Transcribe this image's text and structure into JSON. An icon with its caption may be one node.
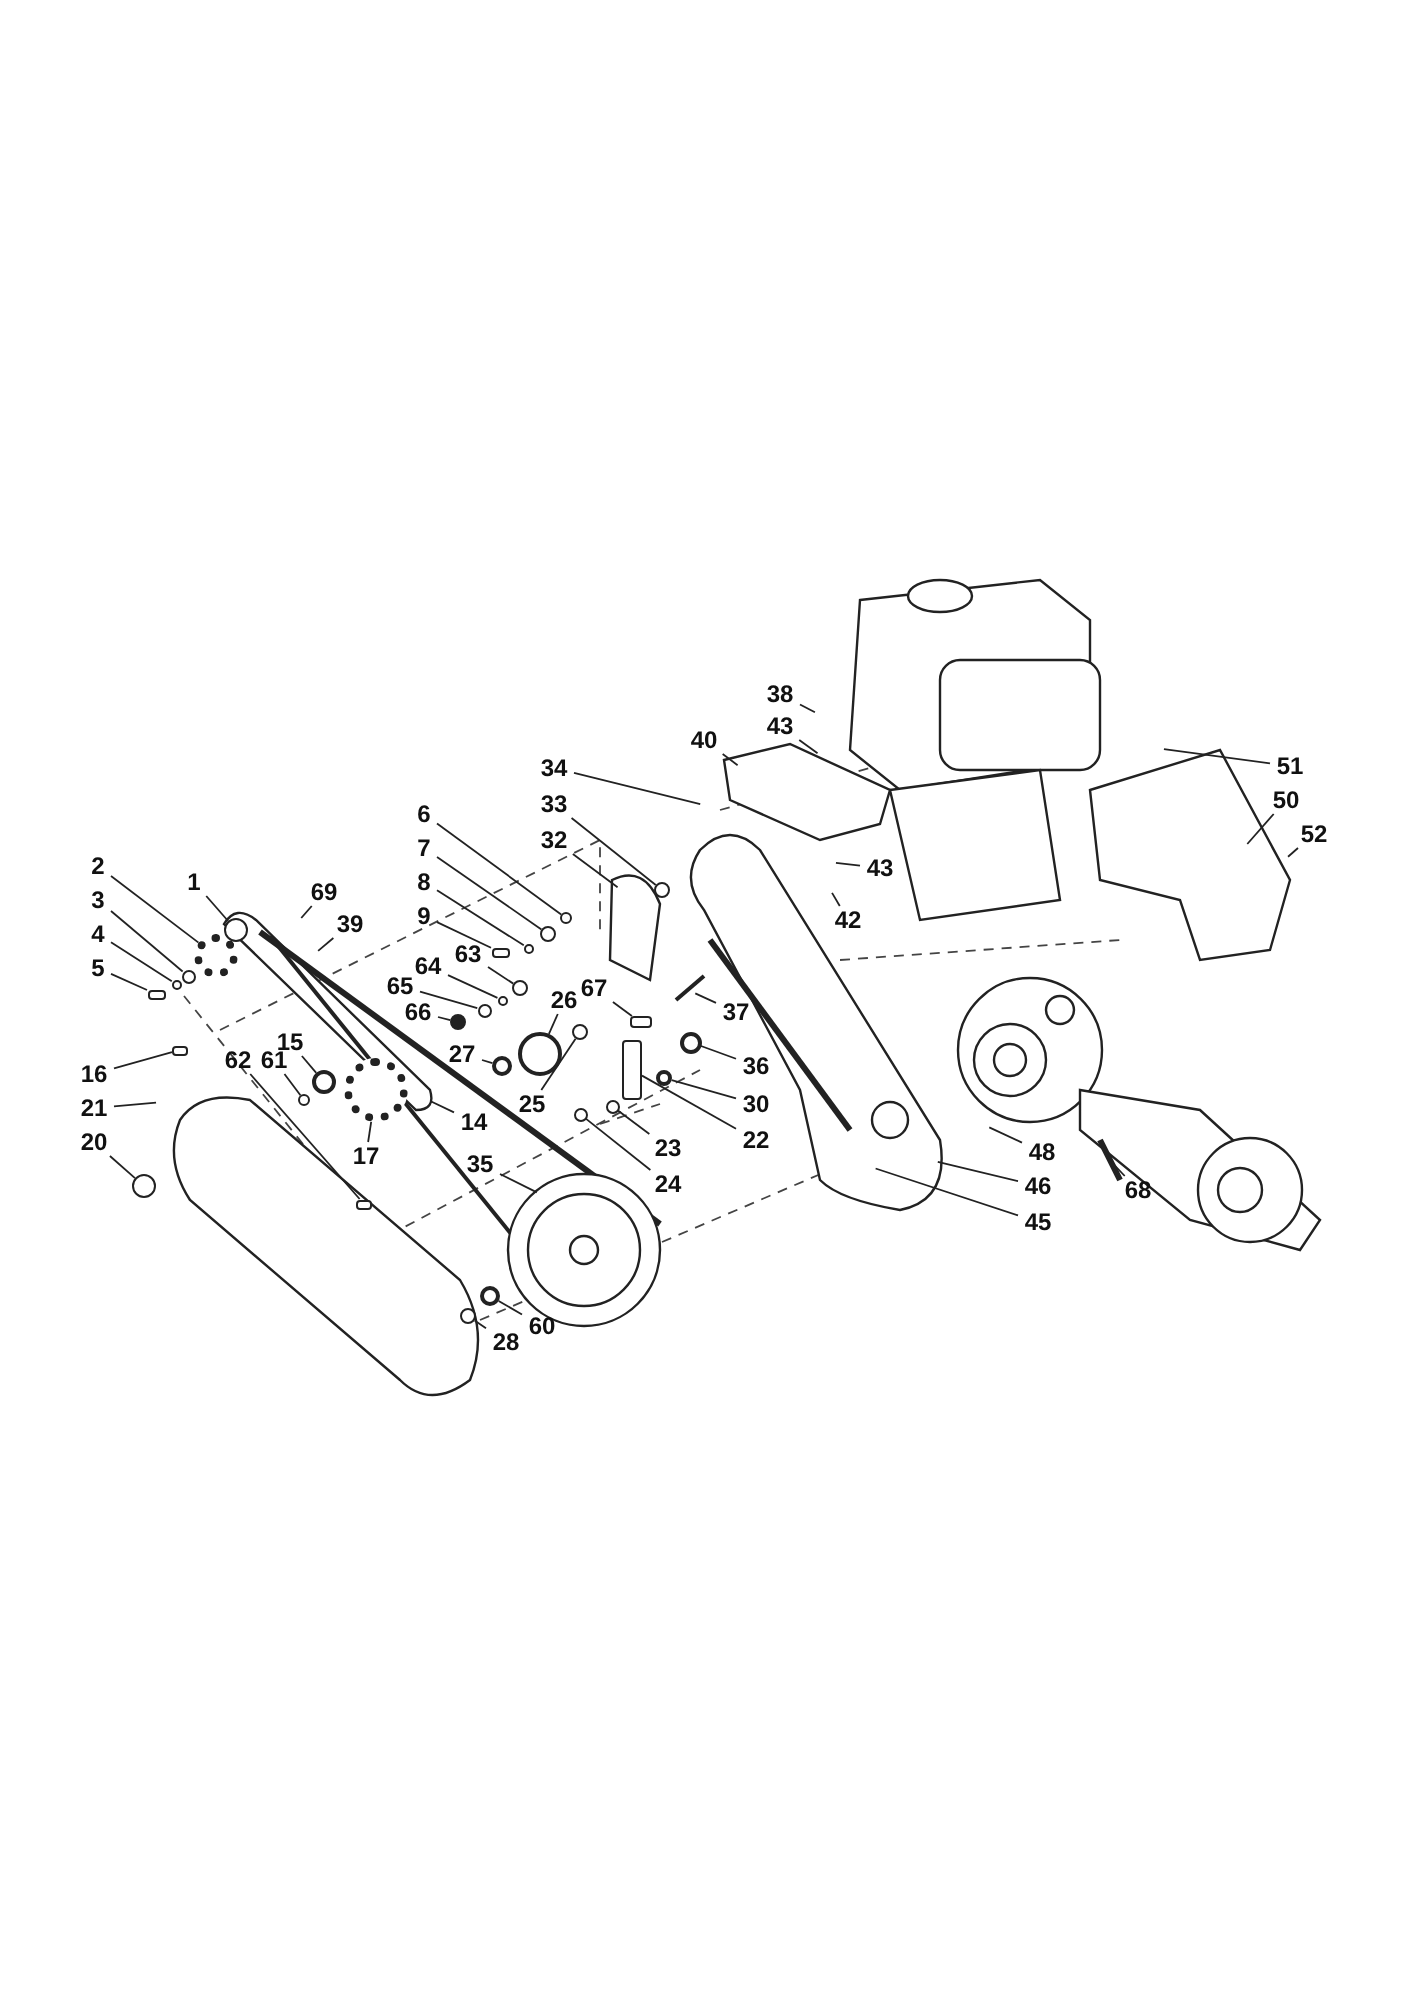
{
  "diagram": {
    "nodes": [
      {
        "text": [
          "38"
        ]
      },
      {
        "text": [
          "43"
        ]
      },
      {
        "text": [
          "40"
        ]
      },
      {
        "text": [
          "51"
        ]
      },
      {
        "text": [
          "34"
        ]
      },
      {
        "text": [
          "50"
        ]
      },
      {
        "text": [
          "33"
        ]
      },
      {
        "text": [
          "52"
        ]
      },
      {
        "text": [
          "6"
        ]
      },
      {
        "text": [
          "32"
        ]
      },
      {
        "text": [
          "43"
        ]
      },
      {
        "text": [
          "2"
        ]
      },
      {
        "text": [
          "1"
        ]
      },
      {
        "text": [
          "69"
        ]
      },
      {
        "text": [
          "7"
        ]
      },
      {
        "text": [
          "8"
        ]
      },
      {
        "text": [
          "3"
        ]
      },
      {
        "text": [
          "42"
        ]
      },
      {
        "text": [
          "9"
        ]
      },
      {
        "text": [
          "39"
        ]
      },
      {
        "text": [
          "4"
        ]
      },
      {
        "text": [
          "5"
        ]
      },
      {
        "text": [
          "65"
        ]
      },
      {
        "text": [
          "64"
        ]
      },
      {
        "text": [
          "63"
        ]
      },
      {
        "text": [
          "26"
        ]
      },
      {
        "text": [
          "67"
        ]
      },
      {
        "text": [
          "66"
        ]
      },
      {
        "text": [
          "37"
        ]
      },
      {
        "text": [
          "27"
        ]
      },
      {
        "text": [
          "15"
        ]
      },
      {
        "text": [
          "16"
        ]
      },
      {
        "text": [
          "62"
        ]
      },
      {
        "text": [
          "61"
        ]
      },
      {
        "text": [
          "36"
        ]
      },
      {
        "text": [
          "25"
        ]
      },
      {
        "text": [
          "30"
        ]
      },
      {
        "text": [
          "21"
        ]
      },
      {
        "text": [
          "14"
        ]
      },
      {
        "text": [
          "23"
        ]
      },
      {
        "text": [
          "22"
        ]
      },
      {
        "text": [
          "20"
        ]
      },
      {
        "text": [
          "17"
        ]
      },
      {
        "text": [
          "48"
        ]
      },
      {
        "text": [
          "35"
        ]
      },
      {
        "text": [
          "24"
        ]
      },
      {
        "text": [
          "46"
        ]
      },
      {
        "text": [
          "68"
        ]
      },
      {
        "text": [
          "45"
        ]
      },
      {
        "text": [
          "60"
        ]
      },
      {
        "text": [
          "28"
        ]
      },
      {
        "text": [],
        "shape": "circle"
      },
      {
        "text": [],
        "shape": "circle"
      },
      {
        "text": [],
        "shape": "circle"
      },
      {
        "text": [],
        "shape": "circle"
      },
      {
        "text": [],
        "shape": "box"
      },
      {
        "text": [],
        "shape": "circle"
      },
      {
        "text": [],
        "shape": "circle"
      },
      {
        "text": [],
        "shape": "circle"
      },
      {
        "text": [],
        "shape": "box"
      },
      {
        "text": [],
        "shape": "circle"
      },
      {
        "text": [],
        "shape": "circle"
      },
      {
        "text": [],
        "shape": "circle"
      },
      {
        "text": [],
        "shape": "circle"
      },
      {
        "text": [],
        "shape": "circle"
      },
      {
        "text": [],
        "shape": "circle"
      },
      {
        "text": [],
        "shape": "circle"
      },
      {
        "text": [],
        "shape": "box"
      },
      {
        "text": [],
        "shape": "circle"
      },
      {
        "text": [],
        "shape": "circle"
      },
      {
        "text": [],
        "shape": "box"
      },
      {
        "text": [],
        "shape": "box"
      },
      {
        "text": [],
        "shape": "circle"
      },
      {
        "text": [],
        "shape": "circle"
      },
      {
        "text": [],
        "shape": "circle"
      },
      {
        "text": [],
        "shape": "circle"
      },
      {
        "text": [],
        "shape": "circle"
      },
      {
        "text": [],
        "shape": "circle"
      },
      {
        "text": [],
        "shape": "circle"
      },
      {
        "text": [],
        "shape": "circle"
      },
      {
        "text": [],
        "shape": "box"
      },
      {
        "text": [],
        "shape": "circle"
      }
    ],
    "edges": [
      {
        "from": 0,
        "to": null,
        "arrow": "none"
      },
      {
        "from": 1,
        "to": null,
        "arrow": "none"
      },
      {
        "from": 2,
        "to": null,
        "arrow": "none"
      },
      {
        "from": 3,
        "to": null,
        "arrow": "none"
      },
      {
        "from": 4,
        "to": null,
        "arrow": "none"
      },
      {
        "from": 5,
        "to": null,
        "arrow": "none"
      },
      {
        "from": 6,
        "to": 73,
        "arrow": "none"
      },
      {
        "from": 7,
        "to": null,
        "arrow": "none"
      },
      {
        "from": 8,
        "to": 56,
        "arrow": "none"
      },
      {
        "from": 9,
        "to": null,
        "arrow": "none"
      },
      {
        "from": 10,
        "to": null,
        "arrow": "none"
      },
      {
        "from": 11,
        "to": 51,
        "arrow": "none"
      },
      {
        "from": 12,
        "to": 52,
        "arrow": "none"
      },
      {
        "from": 13,
        "to": null,
        "arrow": "none"
      },
      {
        "from": 14,
        "to": 57,
        "arrow": "none"
      },
      {
        "from": 15,
        "to": 58,
        "arrow": "none"
      },
      {
        "from": 16,
        "to": 53,
        "arrow": "none"
      },
      {
        "from": 17,
        "to": null,
        "arrow": "none"
      },
      {
        "from": 18,
        "to": 59,
        "arrow": "none"
      },
      {
        "from": 19,
        "to": null,
        "arrow": "none"
      },
      {
        "from": 20,
        "to": 54,
        "arrow": "none"
      },
      {
        "from": 21,
        "to": 55,
        "arrow": "none"
      },
      {
        "from": 22,
        "to": 62,
        "arrow": "none"
      },
      {
        "from": 23,
        "to": 61,
        "arrow": "none"
      },
      {
        "from": 24,
        "to": 60,
        "arrow": "none"
      },
      {
        "from": 25,
        "to": 65,
        "arrow": "none"
      },
      {
        "from": 26,
        "to": 67,
        "arrow": "none"
      },
      {
        "from": 27,
        "to": 63,
        "arrow": "none"
      },
      {
        "from": 28,
        "to": null,
        "arrow": "none"
      },
      {
        "from": 29,
        "to": 64,
        "arrow": "none"
      },
      {
        "from": 30,
        "to": 68,
        "arrow": "none"
      },
      {
        "from": 31,
        "to": 71,
        "arrow": "none"
      },
      {
        "from": 32,
        "to": 70,
        "arrow": "none"
      },
      {
        "from": 33,
        "to": 69,
        "arrow": "none"
      },
      {
        "from": 34,
        "to": 81,
        "arrow": "none"
      },
      {
        "from": 35,
        "to": 66,
        "arrow": "none"
      },
      {
        "from": 36,
        "to": 79,
        "arrow": "none"
      },
      {
        "from": 37,
        "to": null,
        "arrow": "none"
      },
      {
        "from": 38,
        "to": null,
        "arrow": "none"
      },
      {
        "from": 39,
        "to": 77,
        "arrow": "none"
      },
      {
        "from": 40,
        "to": 80,
        "arrow": "none"
      },
      {
        "from": 41,
        "to": 72,
        "arrow": "none"
      },
      {
        "from": 42,
        "to": 74,
        "arrow": "none"
      },
      {
        "from": 43,
        "to": null,
        "arrow": "none"
      },
      {
        "from": 44,
        "to": null,
        "arrow": "none"
      },
      {
        "from": 45,
        "to": 78,
        "arrow": "none"
      },
      {
        "from": 46,
        "to": null,
        "arrow": "none"
      },
      {
        "from": 47,
        "to": null,
        "arrow": "none"
      },
      {
        "from": 48,
        "to": null,
        "arrow": "none"
      },
      {
        "from": 49,
        "to": 75,
        "arrow": "none"
      },
      {
        "from": 50,
        "to": 76,
        "arrow": "none"
      }
    ]
  }
}
